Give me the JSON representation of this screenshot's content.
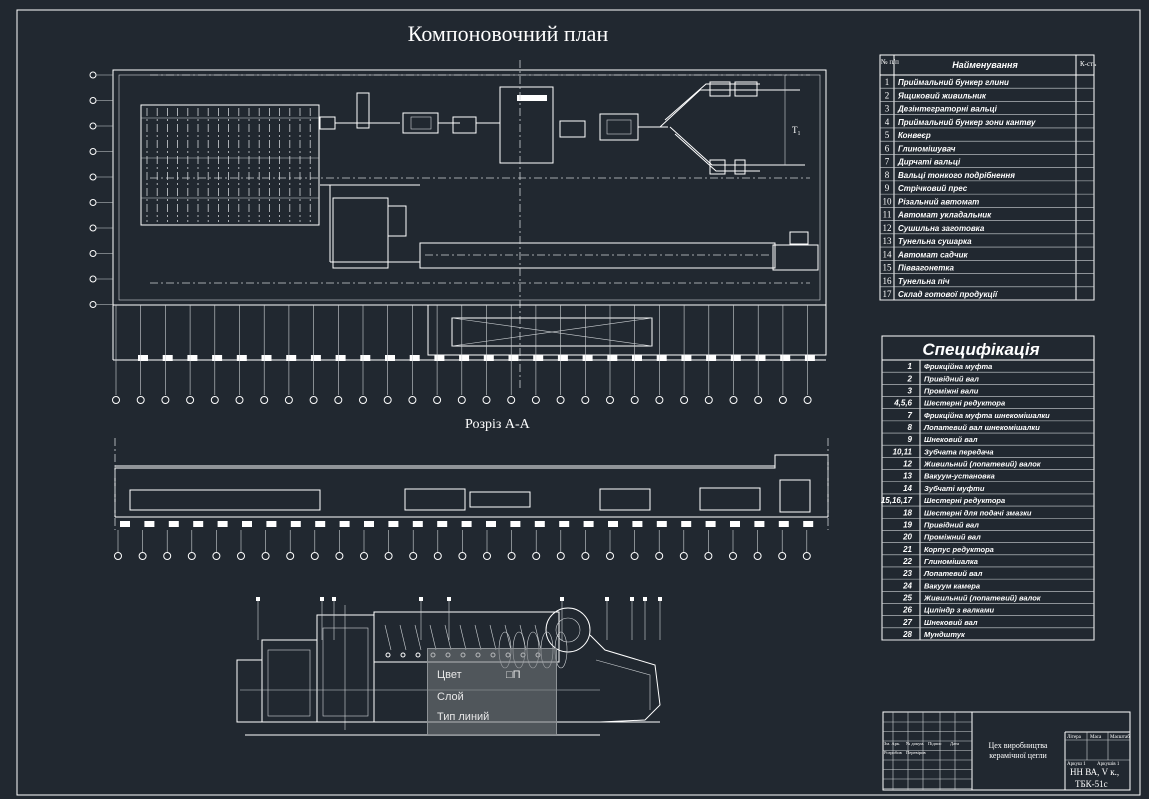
{
  "drawing": {
    "title": "Компоновочний план",
    "section_label": "Розріз А-А",
    "diagonal_label": "Т₁"
  },
  "equipment_table": {
    "header": {
      "num": "№ п/п",
      "name": "Найменування",
      "qty": "К-сть"
    },
    "rows": [
      {
        "n": "1",
        "name": "Приймальний бункер глини"
      },
      {
        "n": "2",
        "name": "Ящиковий живильник"
      },
      {
        "n": "3",
        "name": "Дезінтеграторні вальці"
      },
      {
        "n": "4",
        "name": "Приймальний бункер зони кантву"
      },
      {
        "n": "5",
        "name": "Конвеєр"
      },
      {
        "n": "6",
        "name": "Глиномішувач"
      },
      {
        "n": "7",
        "name": "Дирчаті вальці"
      },
      {
        "n": "8",
        "name": "Вальці тонкого подрібнення"
      },
      {
        "n": "9",
        "name": "Стрічковий прес"
      },
      {
        "n": "10",
        "name": "Різальний автомат"
      },
      {
        "n": "11",
        "name": "Автомат укладальник"
      },
      {
        "n": "12",
        "name": "Сушильна заготовка"
      },
      {
        "n": "13",
        "name": "Тунельна сушарка"
      },
      {
        "n": "14",
        "name": "Автомат садчик"
      },
      {
        "n": "15",
        "name": "Піввагонетка"
      },
      {
        "n": "16",
        "name": "Тунельна піч"
      },
      {
        "n": "17",
        "name": "Склад готової продукції"
      }
    ]
  },
  "specification": {
    "title": "Специфікація",
    "rows": [
      {
        "n": "1",
        "name": "Фрикційна муфта"
      },
      {
        "n": "2",
        "name": "Привідний вал"
      },
      {
        "n": "3",
        "name": "Проміжні вали"
      },
      {
        "n": "4,5,6",
        "name": "Шестерні редуктора"
      },
      {
        "n": "7",
        "name": "Фрикційна муфта шнекомішалки"
      },
      {
        "n": "8",
        "name": "Лопатевий вал шнекомішалки"
      },
      {
        "n": "9",
        "name": "Шнековий вал"
      },
      {
        "n": "10,11",
        "name": "Зубчата передача"
      },
      {
        "n": "12",
        "name": "Живильний (лопатевий) валок"
      },
      {
        "n": "13",
        "name": "Вакуум-установка"
      },
      {
        "n": "14",
        "name": "Зубчаті муфти"
      },
      {
        "n": "15,16,17",
        "name": "Шестерні редуктора"
      },
      {
        "n": "18",
        "name": "Шестерні для подачі змазки"
      },
      {
        "n": "19",
        "name": "Привідний вал"
      },
      {
        "n": "20",
        "name": "Проміжний вал"
      },
      {
        "n": "21",
        "name": "Корпус редуктора"
      },
      {
        "n": "22",
        "name": "Глиномішалка"
      },
      {
        "n": "23",
        "name": "Лопатевий вал"
      },
      {
        "n": "24",
        "name": "Вакуум камера"
      },
      {
        "n": "25",
        "name": "Живильний (лопатевий) валок"
      },
      {
        "n": "26",
        "name": "Циліндр з валками"
      },
      {
        "n": "27",
        "name": "Шнековий вал"
      },
      {
        "n": "28",
        "name": "Мундштук"
      }
    ]
  },
  "title_block": {
    "name": "Цех виробництва\nкерамічної цегли",
    "org": "НН ВА, V к.,",
    "group": "ТБК-51с",
    "cells": {
      "litera": "Літера",
      "masa": "Маса",
      "masshtab": "Масштаб",
      "arkush": "Аркуш 1",
      "arkushiv": "Аркушів 1"
    },
    "signature_rows": [
      "Зм. Арк.",
      "№ докум.",
      "Підпис",
      "Дата",
      "Розробив",
      "Перевірив"
    ]
  },
  "overlay_menu": {
    "items": [
      "Цвет",
      "Слой",
      "Тип линий"
    ],
    "hint_text": "□П"
  },
  "colors": {
    "background": "#212830",
    "lines": "#ffffff"
  }
}
